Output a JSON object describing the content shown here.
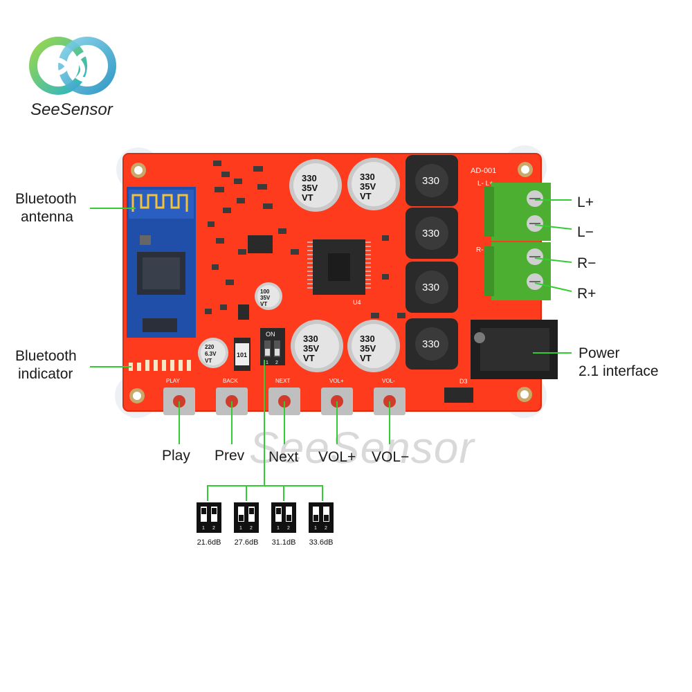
{
  "brand": {
    "name": "SeeSensor",
    "watermark": "SeeSensor"
  },
  "colors": {
    "pcb": "#ff3b1d",
    "callout_line": "#33cc33",
    "terminal": "#4caf32"
  },
  "board": {
    "model": "AD-001",
    "capacitor_large": "330",
    "capacitor_large_rating": "35V",
    "capacitor_large_series": "VT",
    "inductor": "330",
    "capacitor_small": "100",
    "capacitor_small_rating": "35V",
    "capacitor_small_series": "VT",
    "capacitor_220": "220",
    "capacitor_220_rating": "6.3V",
    "capacitor_220_series": "VT",
    "resistor": "101",
    "dip_on": "ON",
    "dip_1": "1",
    "dip_2": "2",
    "button_play": "PLAY",
    "button_back": "BACK",
    "button_next": "NEXT",
    "button_volp": "VOL+",
    "button_volm": "VOL-",
    "terminal_top_marks": "L- L+",
    "terminal_bottom_marks": "R- R+",
    "chip_u4": "U4",
    "d3": "D3"
  },
  "labels": {
    "bluetooth_antenna_line1": "Bluetooth",
    "bluetooth_antenna_line2": "antenna",
    "bluetooth_indicator_line1": "Bluetooth",
    "bluetooth_indicator_line2": "indicator",
    "l_plus": "L+",
    "l_minus": "L−",
    "r_minus": "R−",
    "r_plus": "R+",
    "power_line1": "Power",
    "power_line2": "2.1 interface",
    "play": "Play",
    "prev": "Prev",
    "next": "Next",
    "vol_plus": "VOL+",
    "vol_minus": "VOL−"
  },
  "gain_settings": {
    "switch_labels": [
      "1",
      "2"
    ],
    "values": [
      "21.6dB",
      "27.6dB",
      "31.1dB",
      "33.6dB"
    ]
  }
}
